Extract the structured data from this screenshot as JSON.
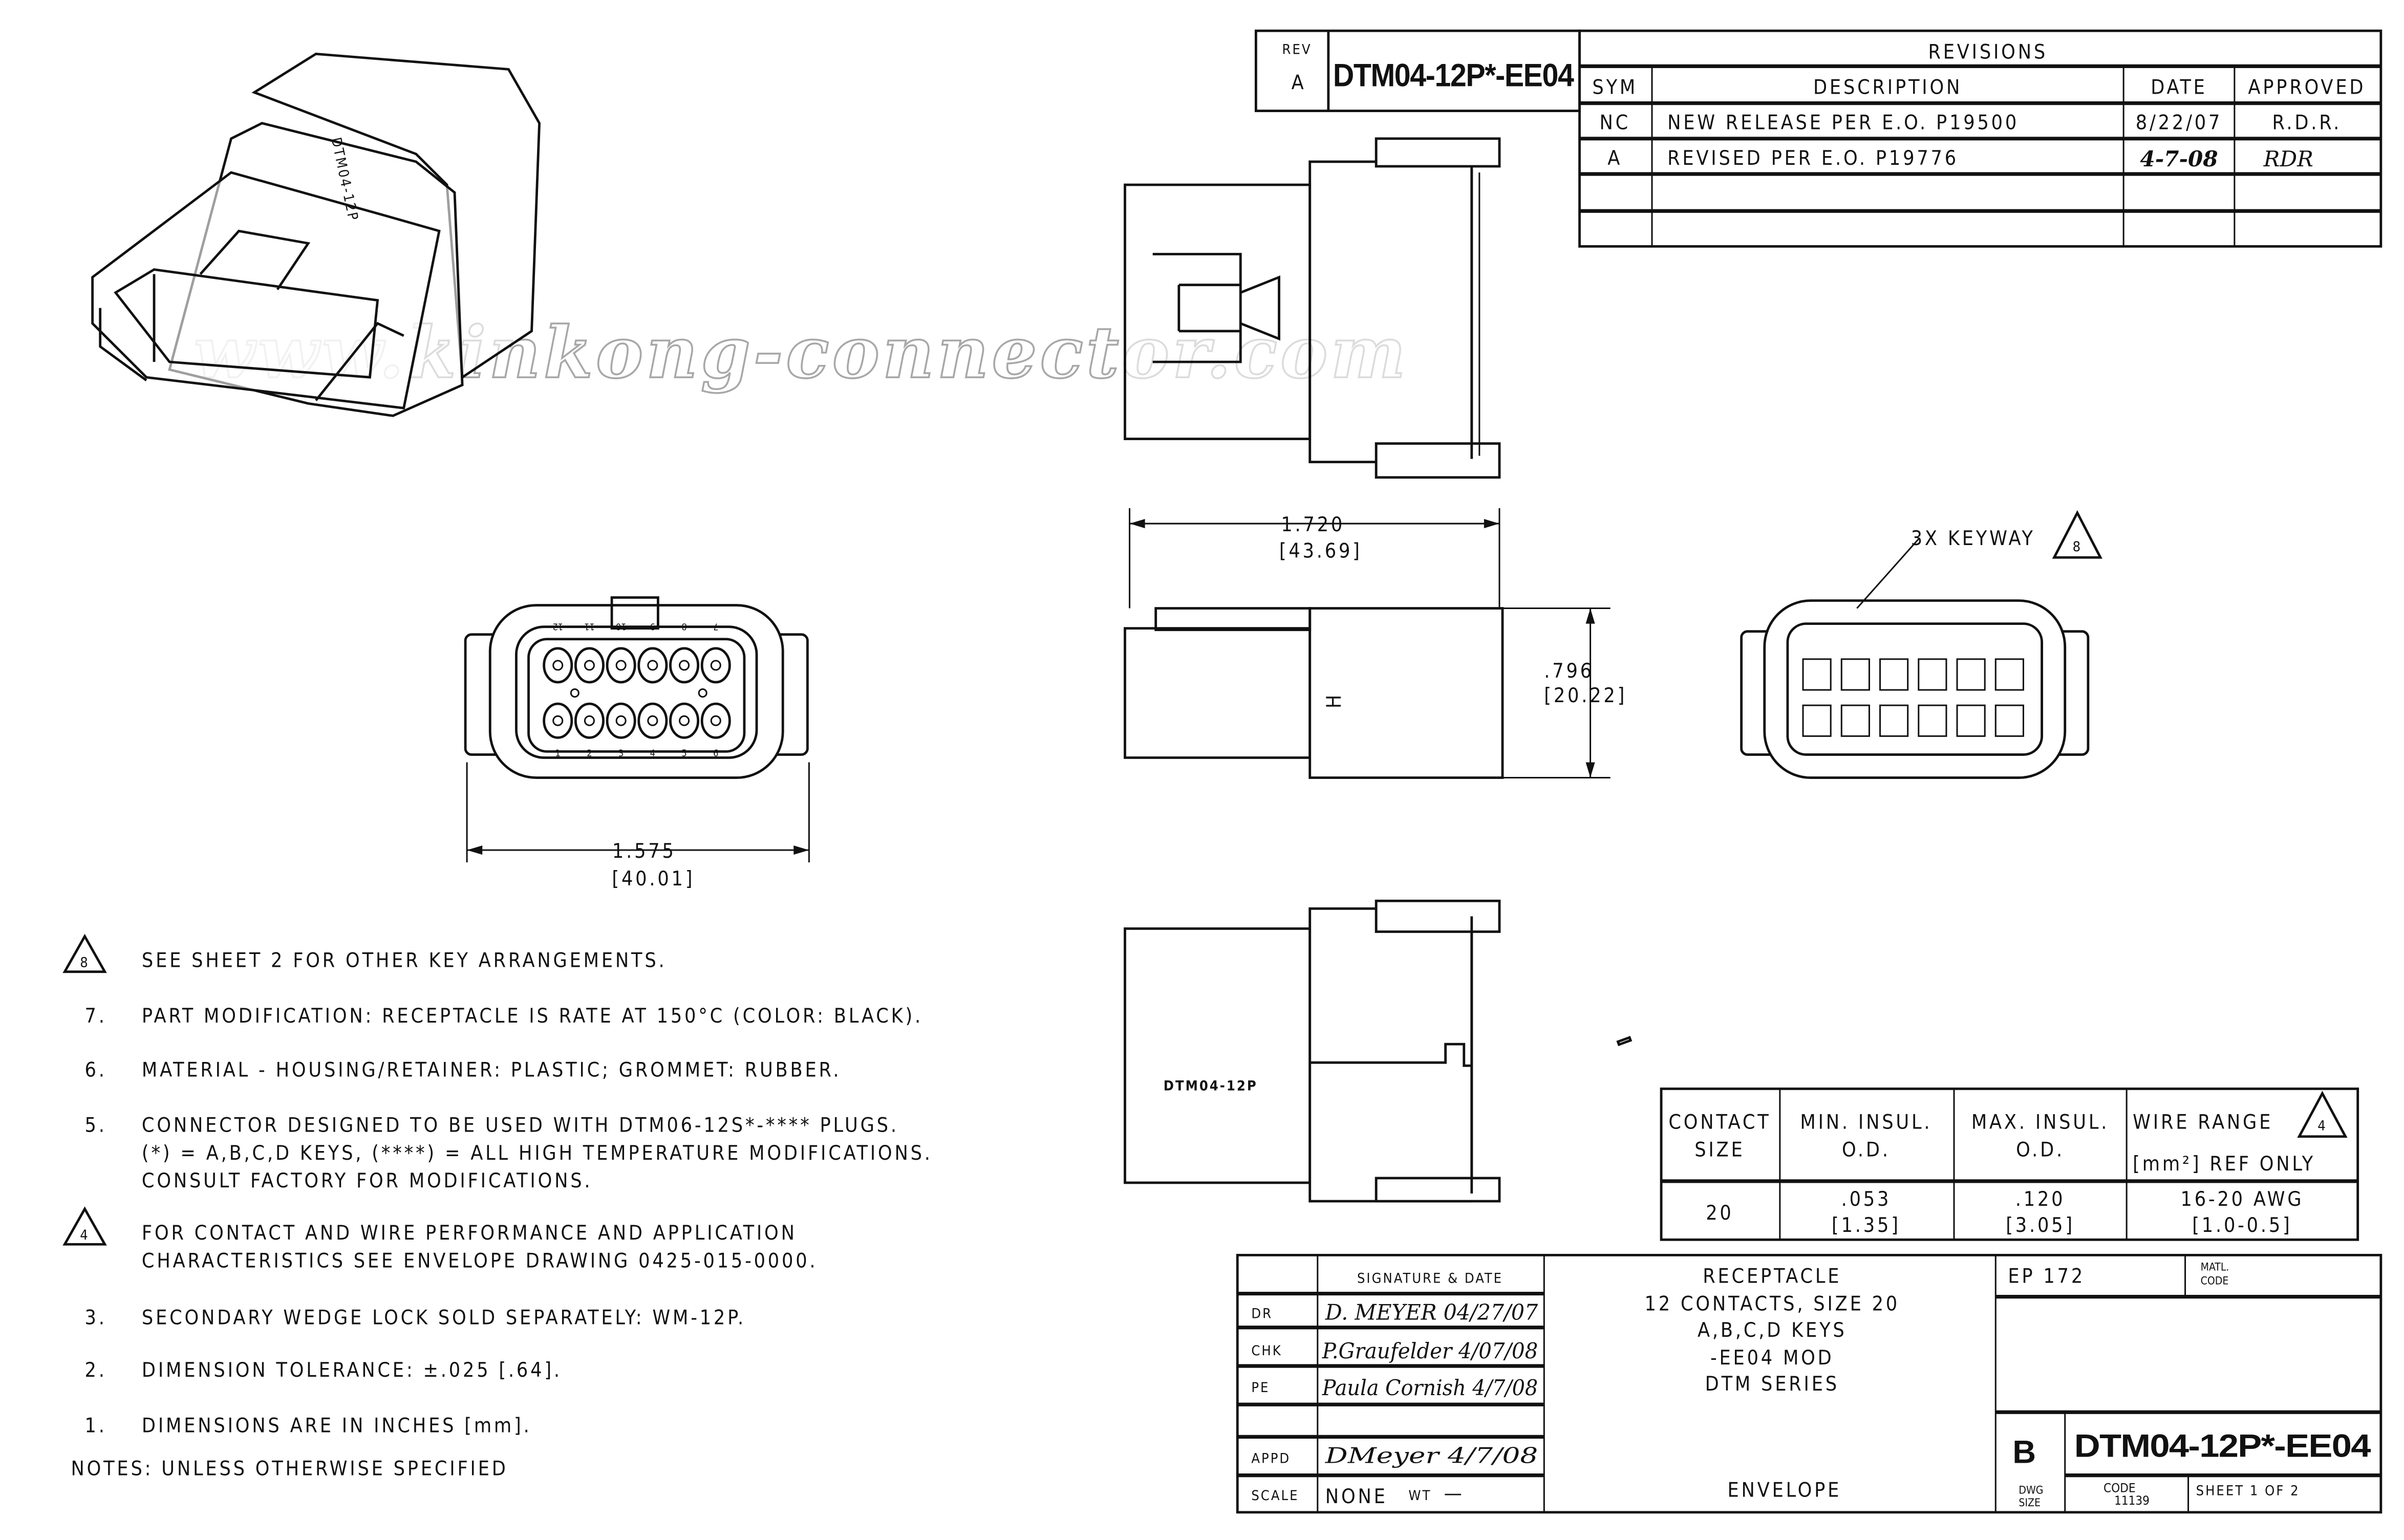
{
  "rev_block": {
    "rev_label": "REV",
    "rev_value": "A",
    "part_number": "DTM04-12P*-EE04"
  },
  "revisions": {
    "title": "REVISIONS",
    "headers": [
      "SYM",
      "DESCRIPTION",
      "DATE",
      "APPROVED"
    ],
    "rows": [
      {
        "sym": "NC",
        "description": "NEW RELEASE PER E.O. P19500",
        "date": "8/22/07",
        "approved": "R.D.R."
      },
      {
        "sym": "A",
        "description": "REVISED PER E.O. P19776",
        "date": "4-7-08",
        "approved": "RDR"
      }
    ]
  },
  "views": {
    "iso_label": "DTM04-12P",
    "bottom_label": "DTM04-12P",
    "side_marking": "H",
    "pin_top": [
      "12",
      "11",
      "10",
      "9",
      "8",
      "7"
    ],
    "pin_bottom": [
      "1",
      "2",
      "3",
      "4",
      "5",
      "6"
    ],
    "keyway_callout": "3X KEYWAY",
    "keyway_note": "8",
    "dim_width_in": "1.575",
    "dim_width_mm": "[40.01]",
    "dim_length_in": "1.720",
    "dim_length_mm": "[43.69]",
    "dim_height_in": ".796",
    "dim_height_mm": "[20.22]"
  },
  "watermark": "www.kinkong-connector.com",
  "notes": {
    "items": [
      {
        "num": "8",
        "flag": true,
        "lines": [
          "SEE SHEET 2 FOR OTHER KEY ARRANGEMENTS."
        ]
      },
      {
        "num": "7.",
        "flag": false,
        "lines": [
          "PART MODIFICATION: RECEPTACLE IS RATE AT 150°C (COLOR: BLACK)."
        ]
      },
      {
        "num": "6.",
        "flag": false,
        "lines": [
          "MATERIAL - HOUSING/RETAINER: PLASTIC; GROMMET: RUBBER."
        ]
      },
      {
        "num": "5.",
        "flag": false,
        "lines": [
          "CONNECTOR DESIGNED TO BE USED WITH DTM06-12S*-**** PLUGS.",
          "(*) = A,B,C,D KEYS, (****) =  ALL HIGH TEMPERATURE MODIFICATIONS.",
          "CONSULT FACTORY FOR MODIFICATIONS."
        ]
      },
      {
        "num": "4",
        "flag": true,
        "lines": [
          "FOR CONTACT AND WIRE PERFORMANCE AND APPLICATION",
          "CHARACTERISTICS SEE ENVELOPE DRAWING 0425-015-0000."
        ]
      },
      {
        "num": "3.",
        "flag": false,
        "lines": [
          "SECONDARY WEDGE LOCK SOLD SEPARATELY: WM-12P."
        ]
      },
      {
        "num": "2.",
        "flag": false,
        "lines": [
          "DIMENSION TOLERANCE: ±.025 [.64]."
        ]
      },
      {
        "num": "1.",
        "flag": false,
        "lines": [
          "DIMENSIONS ARE IN INCHES [mm]."
        ]
      }
    ],
    "footer": "NOTES: UNLESS OTHERWISE SPECIFIED"
  },
  "contact_table": {
    "headers": [
      [
        "CONTACT",
        "SIZE"
      ],
      [
        "MIN. INSUL.",
        "O.D."
      ],
      [
        "MAX. INSUL.",
        "O.D."
      ],
      [
        "WIRE RANGE",
        "[mm²] REF ONLY"
      ]
    ],
    "header_note": "4",
    "row": [
      [
        "20",
        ""
      ],
      [
        ".053",
        "[1.35]"
      ],
      [
        ".120",
        "[3.05]"
      ],
      [
        "16-20 AWG",
        "[1.0-0.5]"
      ]
    ]
  },
  "title_block": {
    "sig_header": "SIGNATURE & DATE",
    "roles": [
      {
        "role": "DR",
        "signature": "D. MEYER 04/27/07"
      },
      {
        "role": "CHK",
        "signature": "P.Graufelder 4/07/08"
      },
      {
        "role": "PE",
        "signature": "Paula Cornish 4/7/08"
      },
      {
        "role": "APPD",
        "signature": "DMeyer 4/7/08"
      }
    ],
    "scale_label": "SCALE",
    "scale_value": "NONE",
    "wt_label": "WT",
    "wt_value": "—",
    "description": [
      "RECEPTACLE",
      "12 CONTACTS, SIZE 20",
      "A,B,C,D KEYS",
      "-EE04 MOD",
      "DTM SERIES"
    ],
    "envelope": "ENVELOPE",
    "ep": "EP 172",
    "matl_code_label": [
      "MATL.",
      "CODE"
    ],
    "dwg_size": "B",
    "dwg_size_label": [
      "DWG",
      "SIZE"
    ],
    "part_number": "DTM04-12P*-EE04",
    "code_label": "CODE",
    "code_value": "11139",
    "sheet": "SHEET 1 OF 2"
  }
}
